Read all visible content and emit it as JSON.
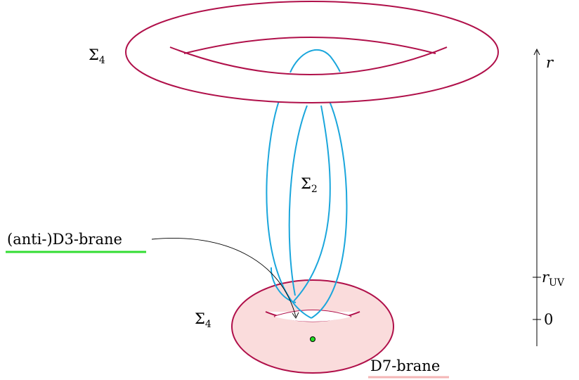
{
  "labels": {
    "sigma4_top": "Σ",
    "sigma4_top_sub": "4",
    "sigma4_bottom": "Σ",
    "sigma4_bottom_sub": "4",
    "sigma2": "Σ",
    "sigma2_sub": "2",
    "d3_brane": "(anti-)D3-brane",
    "d7_brane": "D7-brane"
  },
  "axis": {
    "variable": "r",
    "tick_uv": "r",
    "tick_uv_sub": "UV",
    "tick_zero": "0"
  },
  "colors": {
    "torus_stroke": "#b0104a",
    "torus_fill_bottom": "#fadcdc",
    "throat_stroke": "#1aa6dc",
    "d3_underline": "#33dd33",
    "d7_underline": "#f4b6b6",
    "d3_point": "#22dd22",
    "axis": "#000000"
  }
}
